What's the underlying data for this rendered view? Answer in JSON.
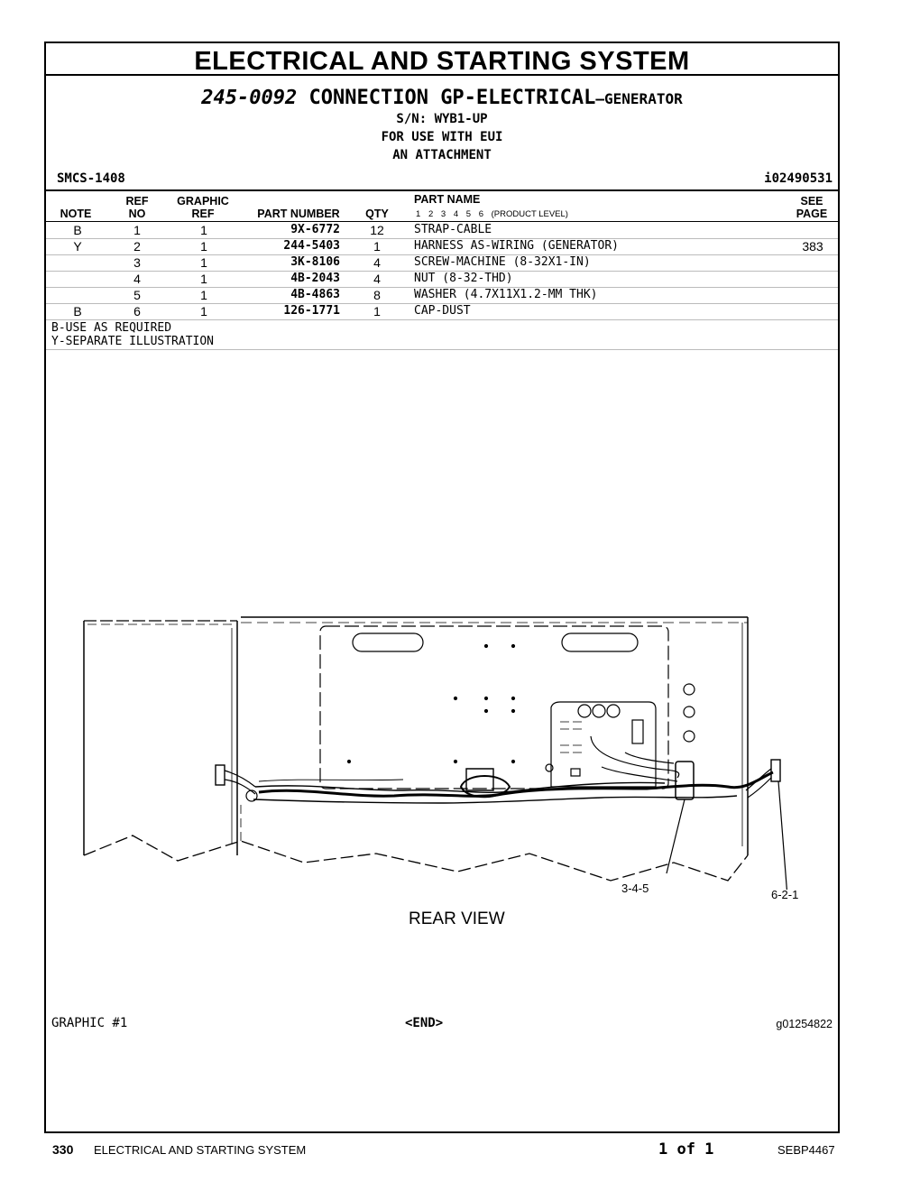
{
  "header": {
    "title": "ELECTRICAL AND STARTING SYSTEM",
    "part_no": "245-0092",
    "part_desc": " CONNECTION GP-ELECTRICAL",
    "part_suffix": "—GENERATOR",
    "serial": "S/N: WYB1-UP",
    "use_line": "FOR USE WITH EUI",
    "attach_line": "AN ATTACHMENT",
    "smcs": "SMCS-1408",
    "ident": "i02490531"
  },
  "table": {
    "headers": {
      "note": "NOTE",
      "ref_top": "REF",
      "ref_bottom": "NO",
      "graphic_top": "GRAPHIC",
      "graphic_bottom": "REF",
      "part_number": "PART NUMBER",
      "qty": "QTY",
      "part_name": "PART NAME",
      "levels": [
        "1",
        "2",
        "3",
        "4",
        "5",
        "6"
      ],
      "product_level": "(PRODUCT LEVEL)",
      "see_top": "SEE",
      "see_bottom": "PAGE"
    },
    "rows": [
      {
        "note": "B",
        "ref": "1",
        "graphic": "1",
        "part_number": "9X-6772",
        "qty": "12",
        "name": "STRAP-CABLE",
        "see": ""
      },
      {
        "note": "Y",
        "ref": "2",
        "graphic": "1",
        "part_number": "244-5403",
        "qty": "1",
        "name": "HARNESS AS-WIRING (GENERATOR)",
        "see": "383"
      },
      {
        "note": "",
        "ref": "3",
        "graphic": "1",
        "part_number": "3K-8106",
        "qty": "4",
        "name": "SCREW-MACHINE (8-32X1-IN)",
        "see": ""
      },
      {
        "note": "",
        "ref": "4",
        "graphic": "1",
        "part_number": "4B-2043",
        "qty": "4",
        "name": "NUT (8-32-THD)",
        "see": ""
      },
      {
        "note": "",
        "ref": "5",
        "graphic": "1",
        "part_number": "4B-4863",
        "qty": "8",
        "name": "WASHER (4.7X11X1.2-MM THK)",
        "see": ""
      },
      {
        "note": "B",
        "ref": "6",
        "graphic": "1",
        "part_number": "126-1771",
        "qty": "1",
        "name": "CAP-DUST",
        "see": ""
      }
    ],
    "notes": [
      "B-USE AS REQUIRED",
      "Y-SEPARATE ILLUSTRATION"
    ]
  },
  "graphic": {
    "callout_a": "3-4-5",
    "callout_b": "6-2-1",
    "view_label": "REAR VIEW",
    "graphic_label": "GRAPHIC #1",
    "end_marker": "<END>",
    "graphic_code": "g01254822"
  },
  "footer": {
    "page_no": "330",
    "section": "ELECTRICAL AND STARTING SYSTEM",
    "page_of": "1 of 1",
    "book": "SEBP4467"
  }
}
